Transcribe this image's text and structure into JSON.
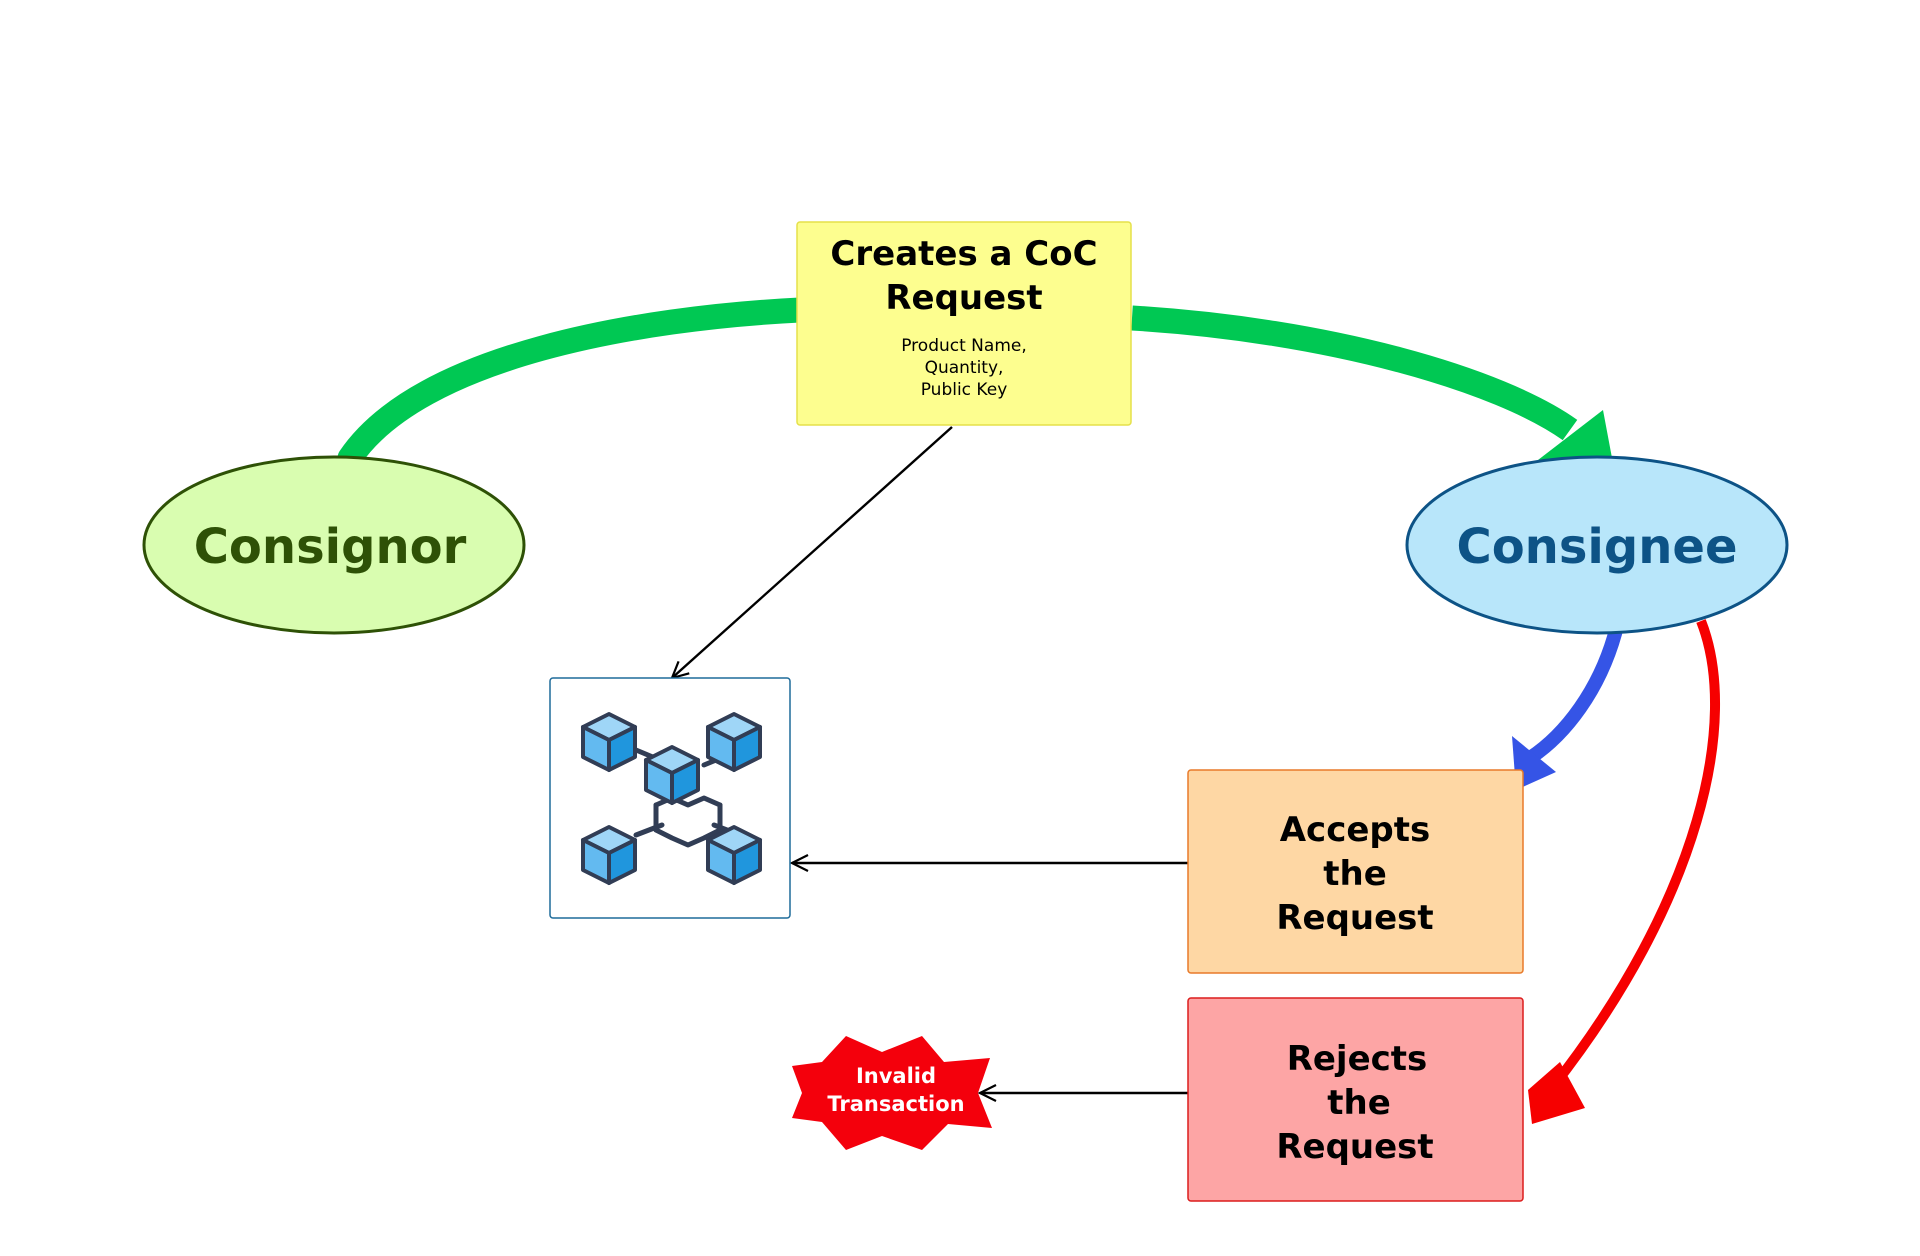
{
  "nodes": {
    "consignor": {
      "label": "Consignor"
    },
    "consignee": {
      "label": "Consignee"
    },
    "create_request": {
      "title_line1": "Creates a CoC",
      "title_line2": "Request",
      "detail_line1": "Product Name,",
      "detail_line2": "Quantity,",
      "detail_line3": "Public Key"
    },
    "accept": {
      "line1": "Accepts",
      "line2": "the",
      "line3": "Request"
    },
    "reject": {
      "line1": "Rejects",
      "line2": "the",
      "line3": "Request"
    },
    "invalid": {
      "line1": "Invalid",
      "line2": "Transaction"
    }
  },
  "icons": {
    "blockchain": "blockchain-network-icon"
  },
  "colors": {
    "consignor_fill": "#d9fdb0",
    "consignor_stroke": "#2e5106",
    "consignor_text": "#2e5106",
    "consignee_fill": "#b8e6fa",
    "consignee_stroke": "#0d5386",
    "consignee_text": "#0d5386",
    "request_fill": "#fdfe8f",
    "request_stroke": "#e5e04a",
    "accept_fill": "#fed7a4",
    "accept_stroke": "#e87a2a",
    "reject_fill": "#fda5a5",
    "reject_stroke": "#dc1d1d",
    "invalid_fill": "#f4000c",
    "green_arrow": "#00c853",
    "blue_arrow": "#3554e6",
    "red_arrow": "#f60000",
    "connector": "#000000",
    "cube_light": "#63baf0",
    "cube_mid": "#2096dd",
    "cube_dark": "#1774be",
    "cube_outline": "#313d55"
  }
}
